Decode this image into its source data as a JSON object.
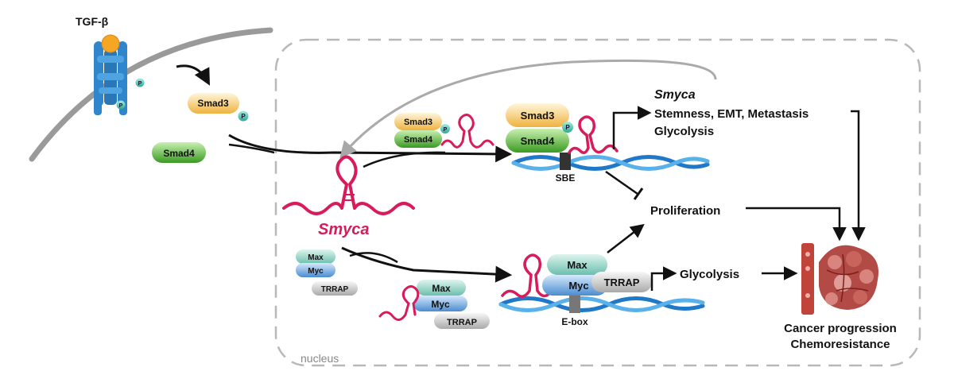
{
  "receptor": {
    "ligand_label": "TGF-β",
    "phospho_label": "P"
  },
  "free_smads": {
    "smad3": "Smad3",
    "smad4": "Smad4",
    "phospho": "P"
  },
  "smyca": {
    "label": "Smyca"
  },
  "myc_complex_free": {
    "max": "Max",
    "myc": "Myc",
    "trrap": "TRRAP"
  },
  "smad_complex_mid": {
    "smad3": "Smad3",
    "smad4": "Smad4",
    "phospho": "P"
  },
  "smad_dna": {
    "smad3": "Smad3",
    "smad4": "Smad4",
    "phospho": "P",
    "element": "SBE"
  },
  "myc_complex_mid": {
    "max": "Max",
    "myc": "Myc",
    "trrap": "TRRAP"
  },
  "myc_dna": {
    "max": "Max",
    "myc": "Myc",
    "trrap": "TRRAP",
    "element": "E-box"
  },
  "outcomes": {
    "smyca_title": "Smyca",
    "line1": "Stemness, EMT, Metastasis",
    "line2": "Glycolysis",
    "proliferation": "Proliferation",
    "glycolysis": "Glycolysis",
    "cancer_1": "Cancer progression",
    "cancer_2": "Chemoresistance"
  },
  "nucleus_label": "nucleus",
  "colors": {
    "rna": "#d81b5a",
    "dna": "#1f78c8",
    "smad3": "#f1bd5a",
    "smad4": "#4caf2e",
    "max": "#7fc9b8",
    "myc": "#5b9bd8",
    "trrap": "#bdbdbd",
    "receptor": "#2f86cc",
    "ligand": "#f5a623",
    "tumor": "#c0443a"
  }
}
